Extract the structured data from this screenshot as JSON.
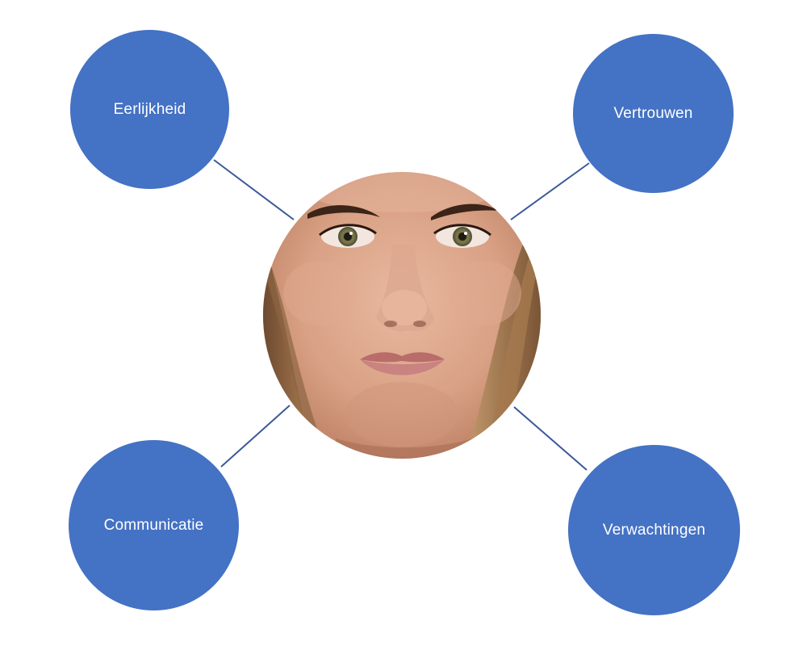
{
  "diagram": {
    "node_color": "#4472C4",
    "connector_color": "#3B5998",
    "nodes": [
      {
        "id": "eerlijkheid",
        "label": "Eerlijkheid"
      },
      {
        "id": "vertrouwen",
        "label": "Vertrouwen"
      },
      {
        "id": "communicatie",
        "label": "Communicatie"
      },
      {
        "id": "verwachtingen",
        "label": "Verwachtingen"
      }
    ],
    "center": {
      "image": "woman-face-portrait"
    }
  }
}
